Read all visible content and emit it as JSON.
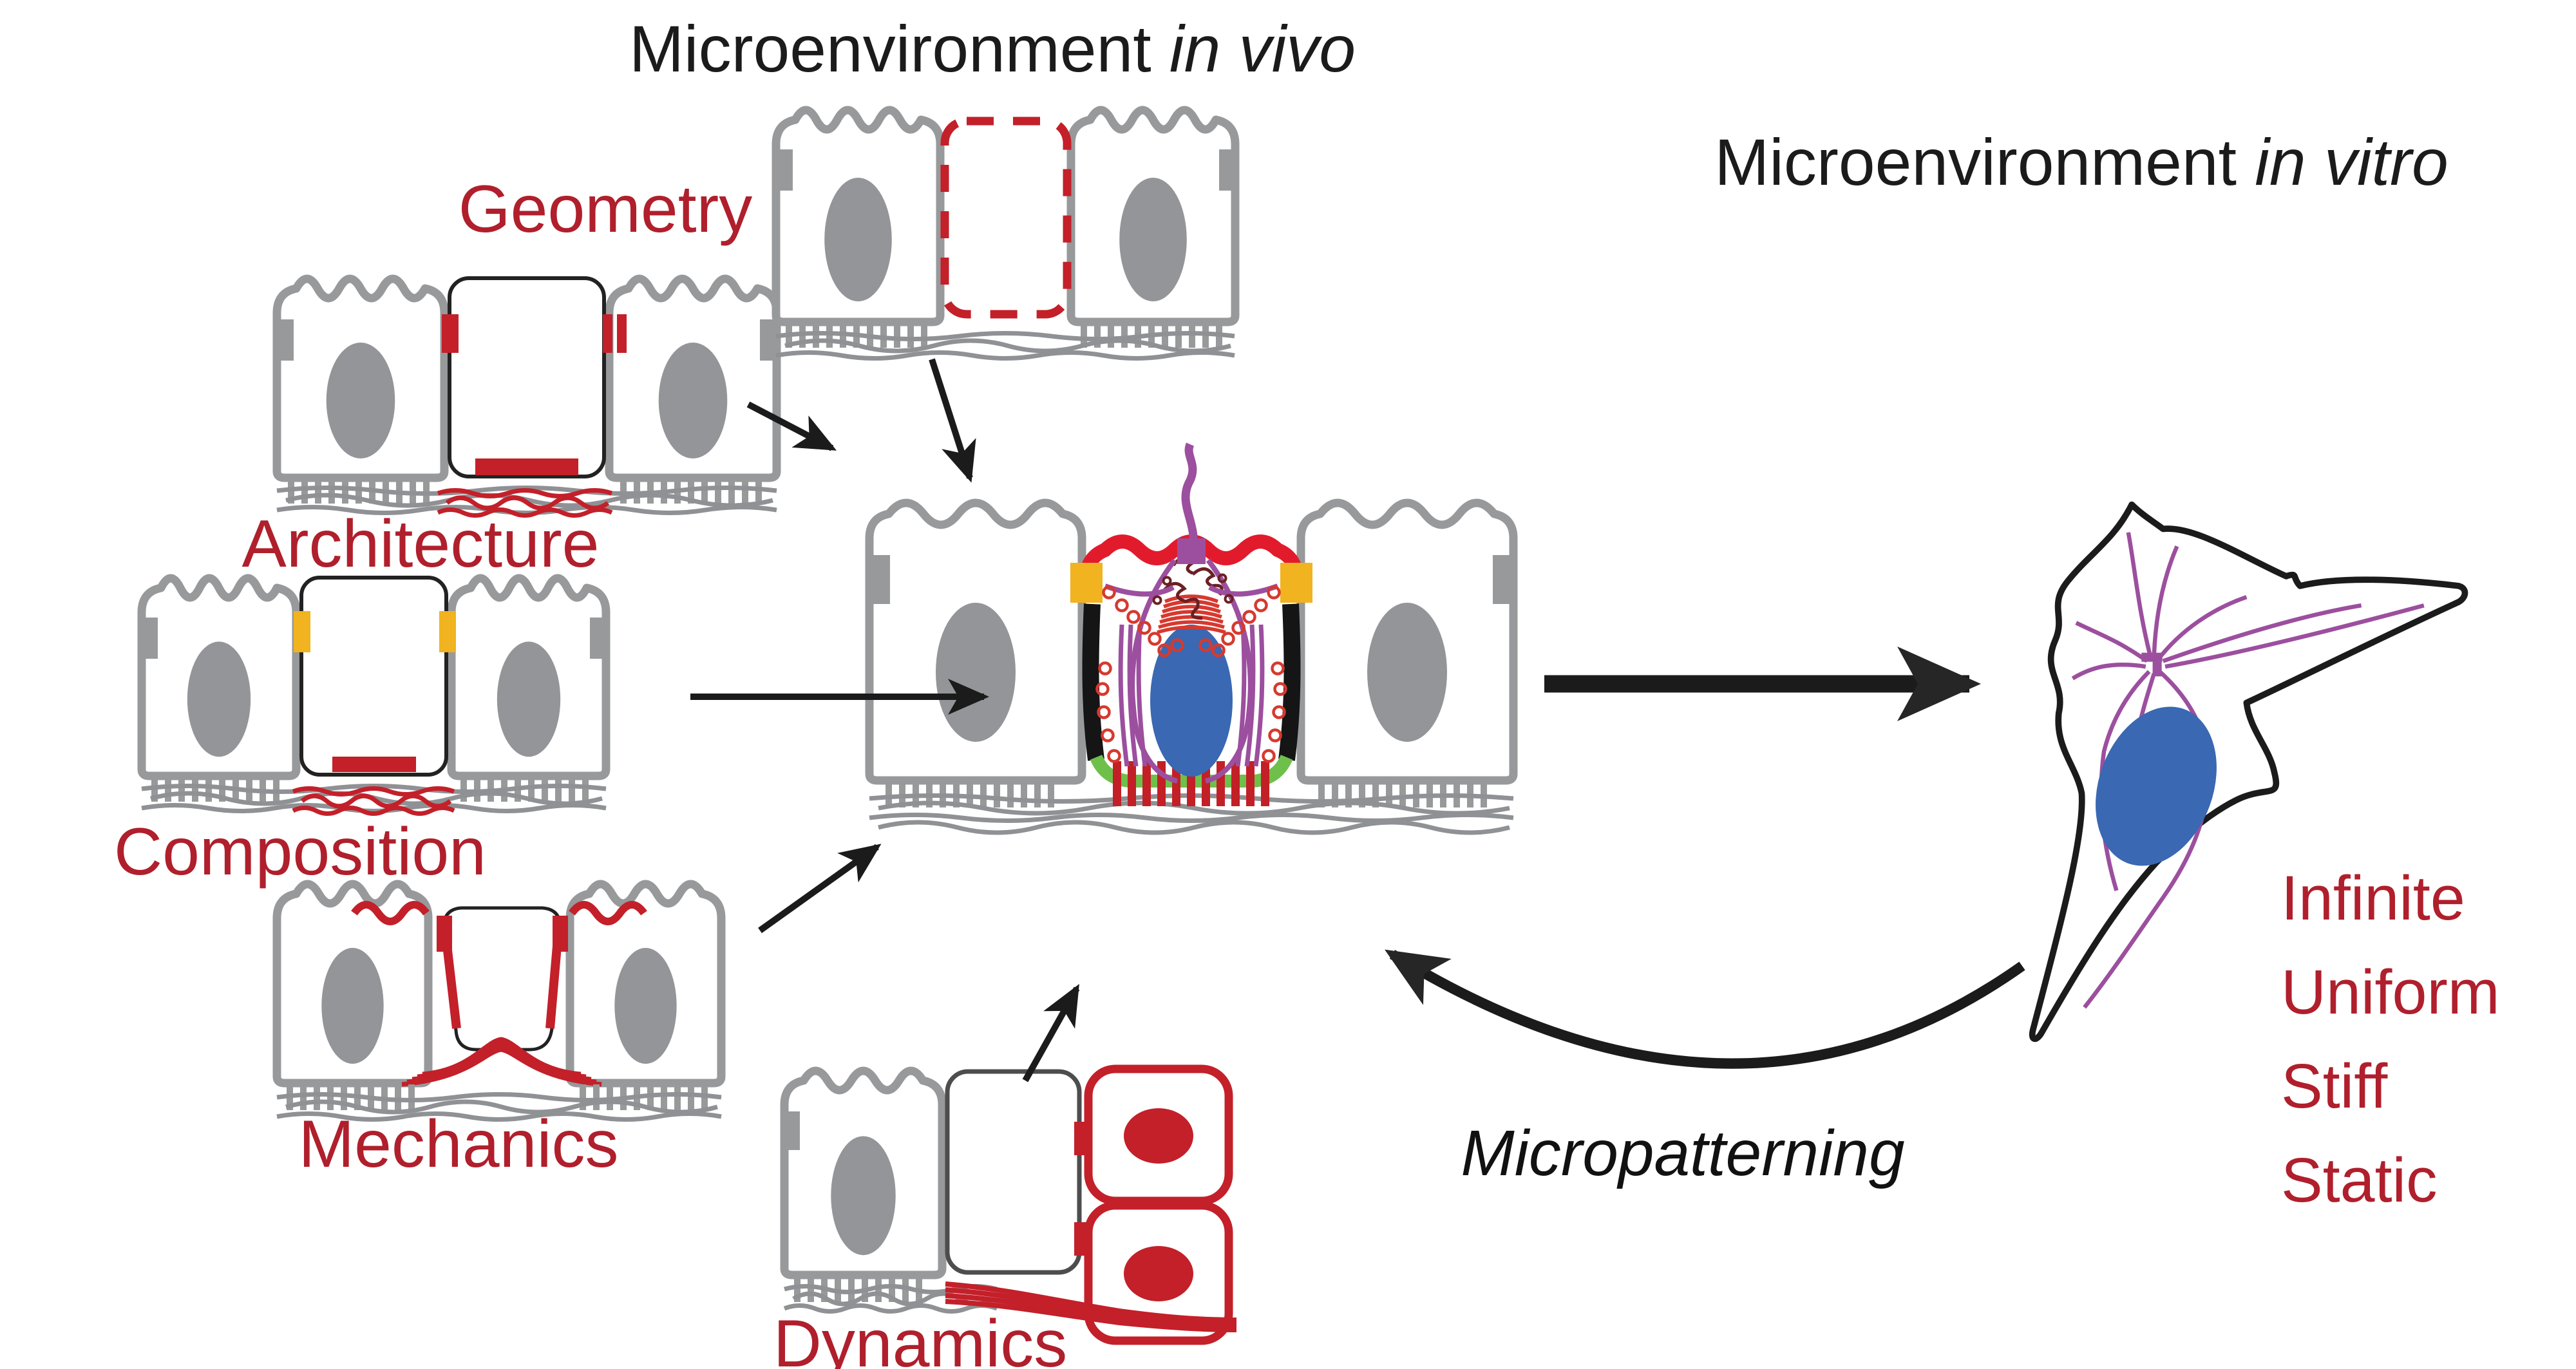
{
  "titles": {
    "in_vivo": {
      "prefix": "Microenvironment ",
      "italic": "in vivo"
    },
    "in_vitro": {
      "prefix": "Microenvironment ",
      "italic": "in vitro"
    }
  },
  "factors": {
    "geometry": "Geometry",
    "architecture": "Architecture",
    "composition": "Composition",
    "mechanics": "Mechanics",
    "dynamics": "Dynamics"
  },
  "in_vitro_properties": [
    "Infinite",
    "Uniform",
    "Stiff",
    "Static"
  ],
  "process_label": "Micropatterning",
  "icons": {
    "in_vivo_epithelium": "epithelial-cell-row-diagram",
    "missing_cell": "dashed-missing-cell-diagram",
    "in_vitro_cell": "spread-fibroblast-cell-diagram",
    "arrows": "black-arrow"
  },
  "colors": {
    "label_red": "#B01F2C",
    "diagram_red": "#C3202A",
    "apical_red": "#E21B2C",
    "junction_yellow": "#F1B31F",
    "basal_green": "#6FBF4B",
    "cytoskeleton_purple": "#9C4F9E",
    "nucleus_blue": "#3A68B2",
    "cell_gray": "#97999B",
    "arrow_black": "#1b1b1b"
  }
}
